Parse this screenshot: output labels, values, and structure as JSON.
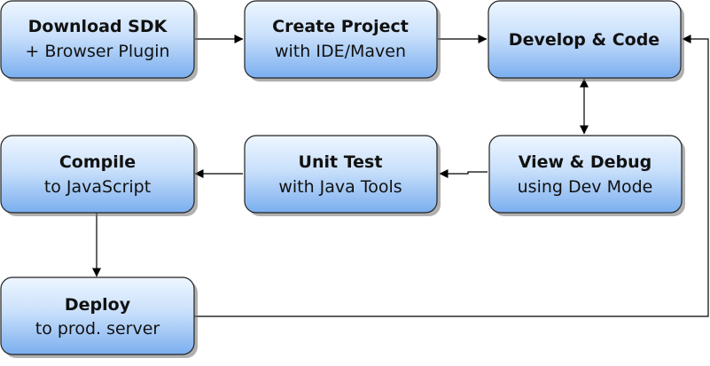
{
  "nodes": {
    "download_sdk": {
      "title": "Download SDK",
      "subtitle": "+ Browser Plugin"
    },
    "create_project": {
      "title": "Create Project",
      "subtitle": "with IDE/Maven"
    },
    "develop_code": {
      "title": "Develop & Code"
    },
    "view_debug": {
      "title": "View & Debug",
      "subtitle": "using Dev Mode"
    },
    "unit_test": {
      "title": "Unit Test",
      "subtitle": "with Java Tools"
    },
    "compile": {
      "title": "Compile",
      "subtitle": "to JavaScript"
    },
    "deploy": {
      "title": "Deploy",
      "subtitle": "to prod. server"
    }
  },
  "colors": {
    "box_top": "#eef6ff",
    "box_bottom": "#7aaeef",
    "border": "#222222",
    "shadow": "#6f6f6f",
    "line": "#000000",
    "text": "#111111"
  }
}
